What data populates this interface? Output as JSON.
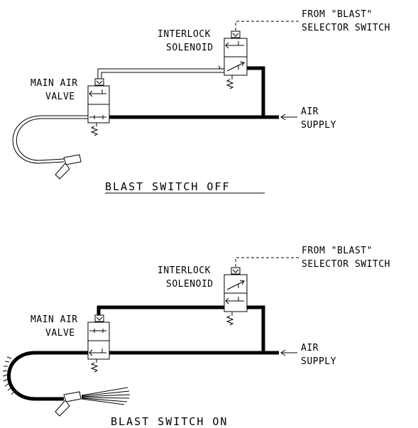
{
  "diagrams": [
    {
      "id": "off",
      "caption": "BLAST SWITCH OFF",
      "from_label_1": "FROM \"BLAST\"",
      "from_label_2": "SELECTOR SWITCH",
      "interlock_label_1": "INTERLOCK",
      "interlock_label_2": "SOLENOID",
      "main_air_label_1": "MAIN AIR",
      "main_air_label_2": "VALVE",
      "air_supply_label_1": "AIR",
      "air_supply_label_2": "SUPPLY"
    },
    {
      "id": "on",
      "caption": "BLAST SWITCH ON",
      "from_label_1": "FROM \"BLAST\"",
      "from_label_2": "SELECTOR SWITCH",
      "interlock_label_1": "INTERLOCK",
      "interlock_label_2": "SOLENOID",
      "main_air_label_1": "MAIN AIR",
      "main_air_label_2": "VALVE",
      "air_supply_label_1": "AIR",
      "air_supply_label_2": "SUPPLY"
    }
  ]
}
